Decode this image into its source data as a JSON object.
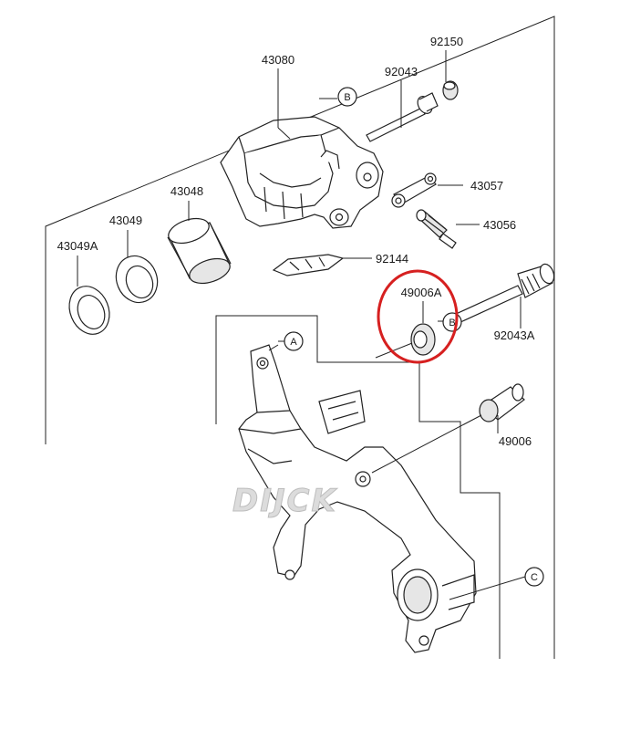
{
  "labels": {
    "p43080": "43080",
    "p92150": "92150",
    "p92043": "92043",
    "p43057": "43057",
    "p43056": "43056",
    "p43048": "43048",
    "p43049": "43049",
    "p43049a": "43049A",
    "p92144": "92144",
    "p49006a": "49006A",
    "p92043a": "92043A",
    "p49006": "49006"
  },
  "callouts": {
    "b_top": "B",
    "b_mid": "B",
    "a": "A",
    "c": "C"
  },
  "watermark": "DIJCK",
  "colors": {
    "highlight": "#d62020",
    "line": "#222222"
  }
}
